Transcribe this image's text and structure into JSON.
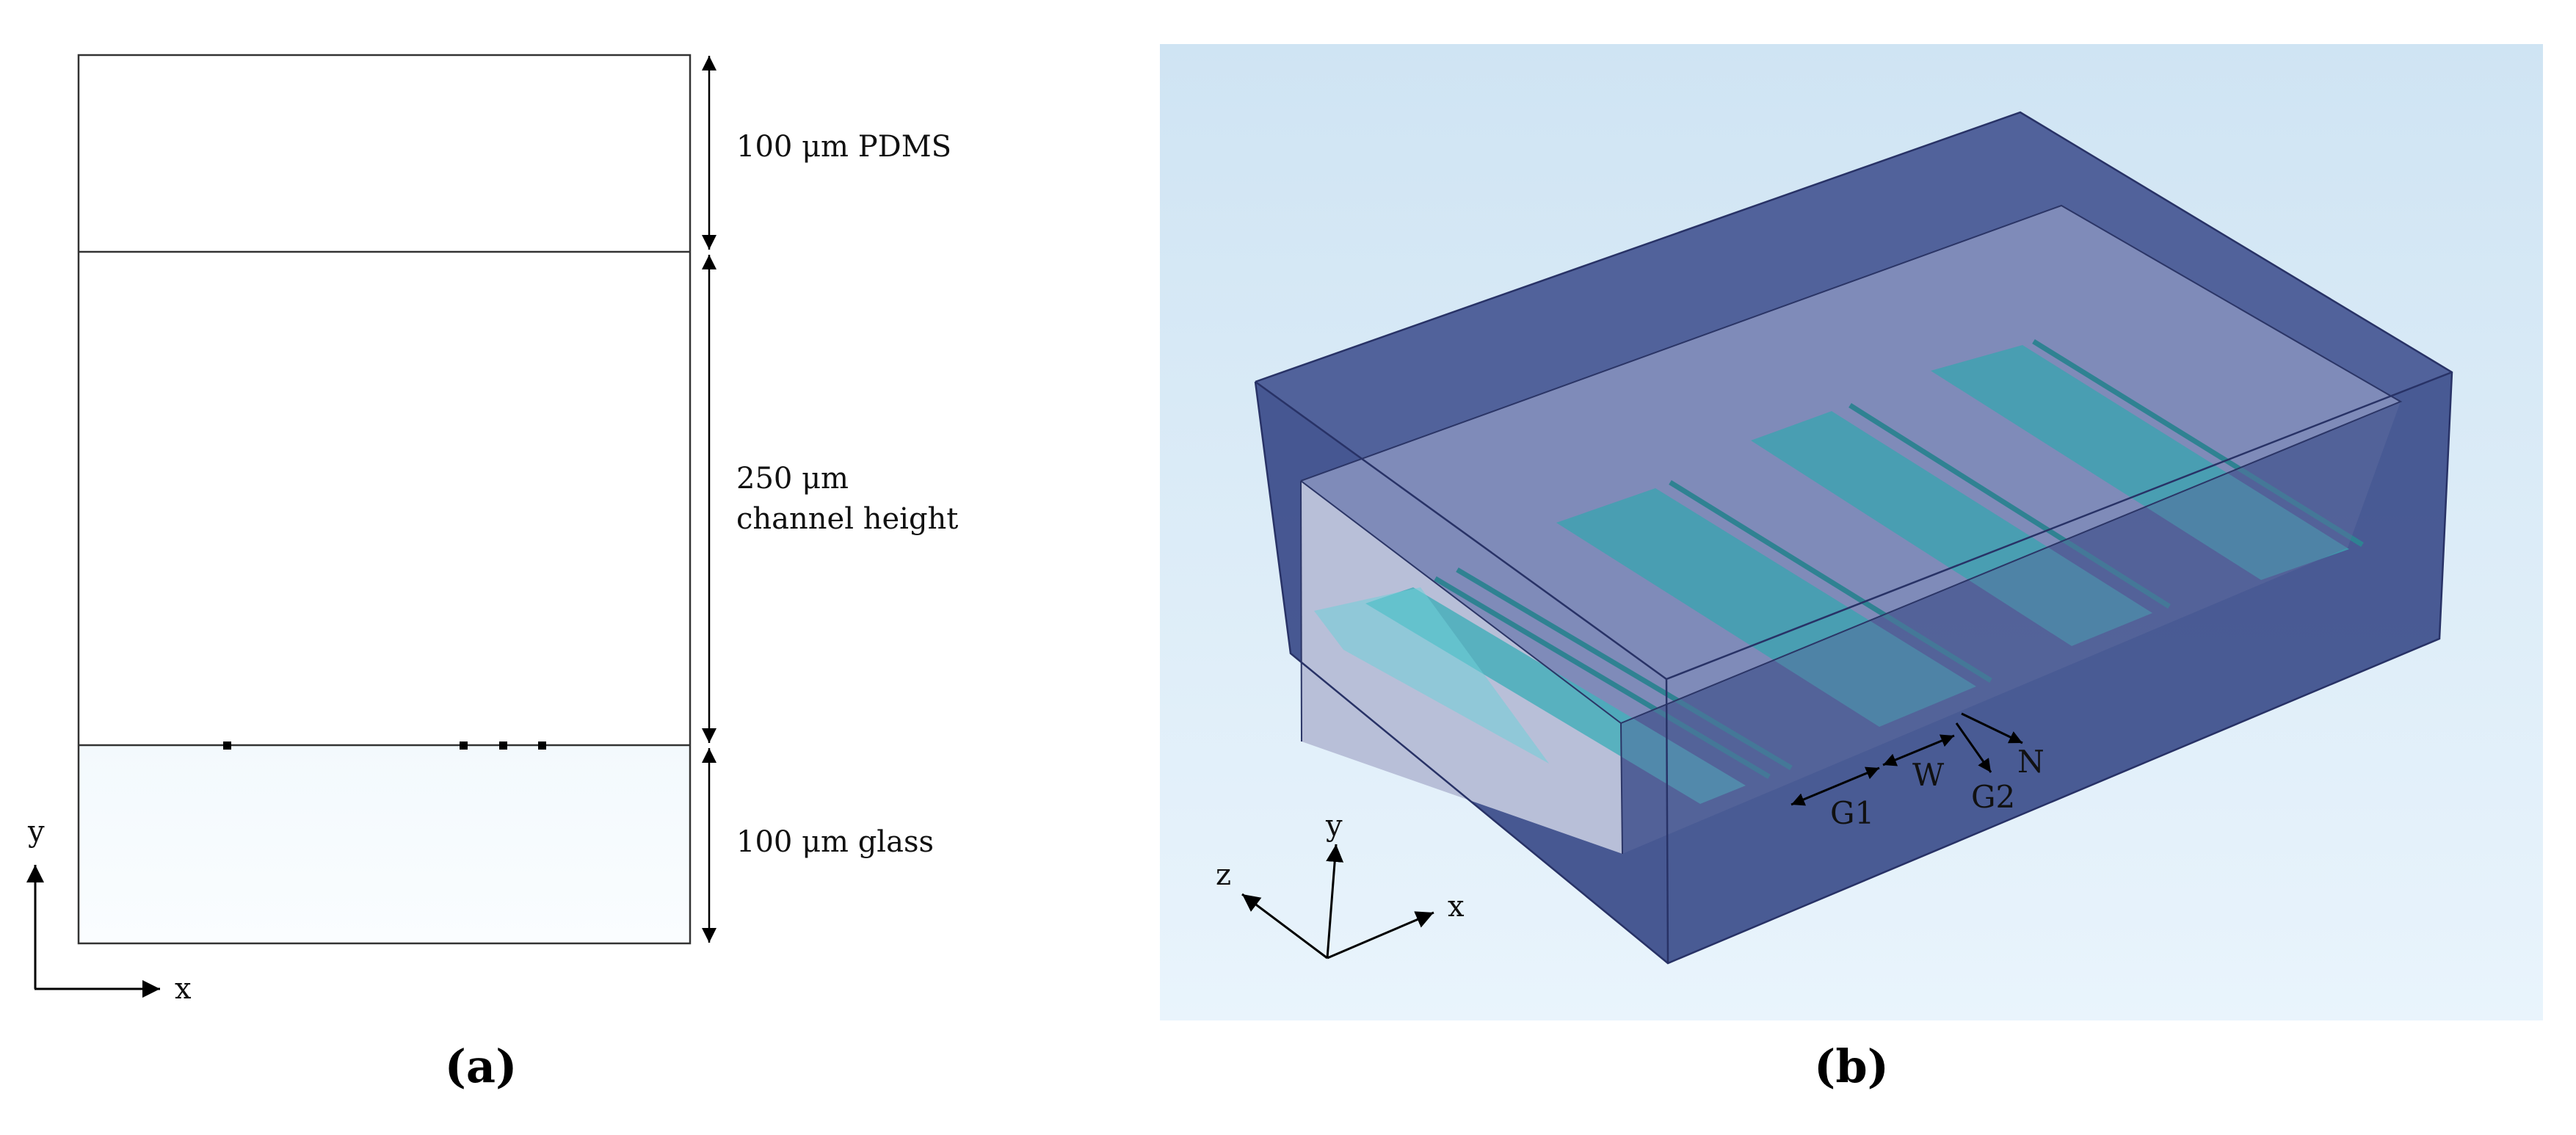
{
  "panel_a": {
    "caption": "(a)",
    "layers": [
      {
        "thickness": "100 μm",
        "material": "PDMS"
      },
      {
        "thickness": "250 μm",
        "material": "channel height"
      },
      {
        "thickness": "100 μm",
        "material": "glass"
      }
    ],
    "label_pdms": "100 μm PDMS",
    "label_channel_1": "250 μm",
    "label_channel_2": "channel height",
    "label_glass": "100 μm glass",
    "axis_y": "y",
    "axis_x": "x",
    "electrode_marker_count": 4
  },
  "panel_b": {
    "caption": "(b)",
    "dimension_labels": {
      "g1": "G1",
      "w": "W",
      "g2": "G2",
      "n": "N"
    },
    "axis_x": "x",
    "axis_y": "y",
    "axis_z": "z",
    "colors": {
      "background_top": "#cfe4f3",
      "background_bottom": "#e9f4fc",
      "outer_box": "#41538f",
      "inner_channel": "#8792bd",
      "electrode": "#3fa1b0"
    }
  }
}
